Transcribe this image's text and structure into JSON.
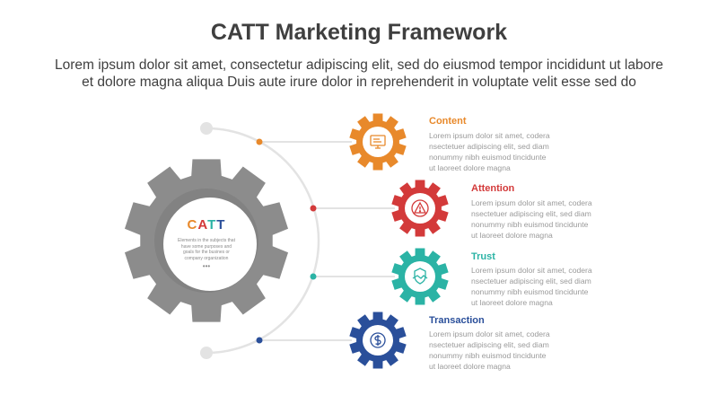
{
  "title": "CATT Marketing Framework",
  "subtitle_line1": "Lorem ipsum dolor sit amet, consectetur adipiscing elit, sed do eiusmod tempor incididunt ut labore",
  "subtitle_line2": "et dolore magna aliqua Duis aute irure dolor in reprehenderit in voluptate velit esse sed do",
  "center": {
    "letters": [
      "C",
      "A",
      "T",
      "T"
    ],
    "letter_colors": [
      "#e8892b",
      "#d33a3a",
      "#2bb3a5",
      "#2a4f9a"
    ],
    "description": "Elements in the subjects that have some purposes and goals for the busines or company organization",
    "dots": "•••",
    "gear_color": "#8c8c8c"
  },
  "steps": [
    {
      "title": "Content",
      "color": "#e8892b",
      "icon": "monitor-icon",
      "desc": [
        "Lorem ipsum dolor sit amet, codera",
        "nsectetuer adipiscing elit, sed diam",
        "nonummy nibh euismod tincidunte",
        "ut laoreet dolore magna"
      ]
    },
    {
      "title": "Attention",
      "color": "#d33a3a",
      "icon": "warning-icon",
      "desc": [
        "Lorem ipsum dolor sit amet, codera",
        "nsectetuer adipiscing elit, sed diam",
        "nonummy nibh euismod tincidunte",
        "ut laoreet dolore magna"
      ]
    },
    {
      "title": "Trust",
      "color": "#2bb3a5",
      "icon": "handshake-icon",
      "desc": [
        "Lorem ipsum dolor sit amet, codera",
        "nsectetuer adipiscing elit, sed diam",
        "nonummy nibh euismod tincidunte",
        "ut laoreet dolore magna"
      ]
    },
    {
      "title": "Transaction",
      "color": "#2a4f9a",
      "icon": "money-icon",
      "desc": [
        "Lorem ipsum dolor sit amet, codera",
        "nsectetuer adipiscing elit, sed diam",
        "nonummy nibh euismod tincidunte",
        "ut laoreet dolore magna"
      ]
    }
  ]
}
